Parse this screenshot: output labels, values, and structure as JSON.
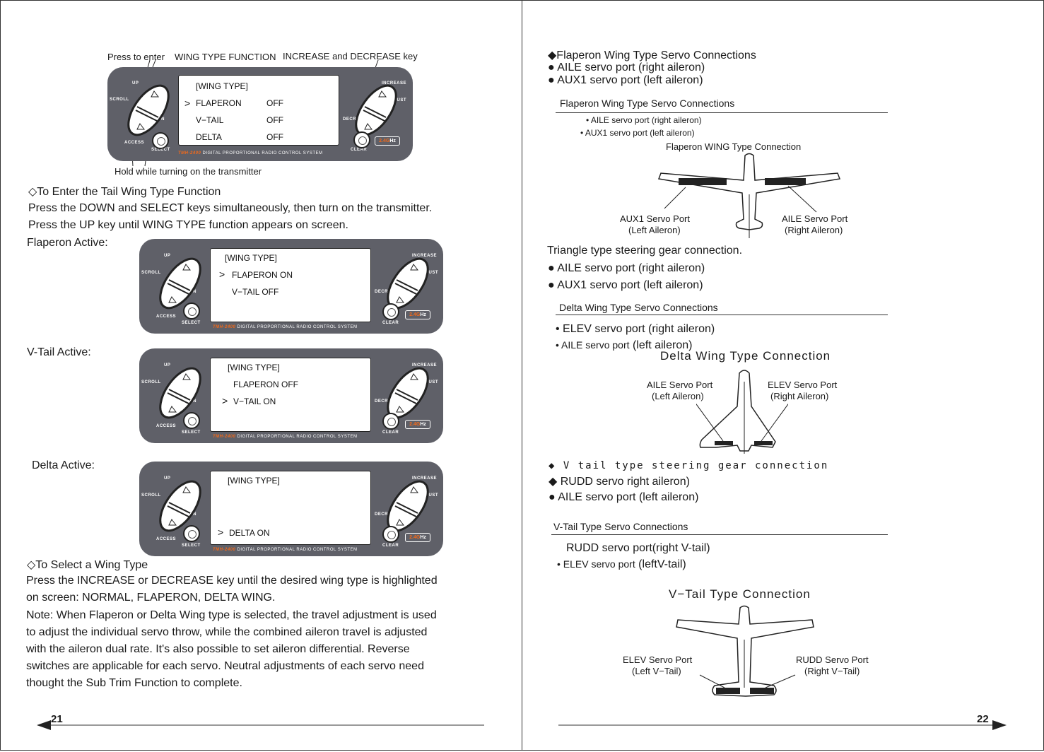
{
  "left": {
    "callout_press_enter": "Press to enter",
    "callout_wing_type_function": "WING TYPE FUNCTION",
    "callout_inc_dec": "INCREASE and DECREASE key",
    "callout_hold": "Hold while turning on the transmitter",
    "panel_labels": {
      "up": "UP",
      "down": "DOWN",
      "scroll": "SCROLL",
      "access": "ACCESS",
      "select": "SELECT",
      "increase": "INCREASE",
      "decrease": "DECREASE",
      "adjust": "ADJUST",
      "clear": "CLEAR",
      "brand_model": "TMH-2400",
      "brand_text": "DIGITAL PROPORTIONAL RADIO CONTROL SYSTEM",
      "freq": "2.4G",
      "freq_unit": "Hz"
    },
    "screen1": {
      "title": "WING  TYPE",
      "rows": [
        {
          "name": "FLAPERON",
          "value": "OFF"
        },
        {
          "name": "V−TAIL",
          "value": "OFF"
        },
        {
          "name": "DELTA",
          "value": "OFF"
        }
      ]
    },
    "section1_heading": "◇To Enter the Tail Wing Type Function",
    "section1_line1": "Press the DOWN and SELECT keys simultaneously, then turn on the transmitter.",
    "section1_line2": "Press the UP key until WING TYPE function appears on screen.",
    "label_flaperon_active": "Flaperon  Active:",
    "label_vtail_active": "V-Tail      Active:",
    "label_delta_active": "Delta    Active:",
    "screen_flaperon": {
      "title": "WING  TYPE",
      "row1": "FLAPERON   ON",
      "row2": "V−TAIL      OFF"
    },
    "screen_vtail": {
      "title": "WING  TYPE",
      "row1": "FLAPERON   OFF",
      "row2": "V−TAIL       ON"
    },
    "screen_delta": {
      "title": "WING  TYPE",
      "row1": "DELTA          ON"
    },
    "section2_heading": "◇To Select a Wing Type",
    "section2_lines": [
      "Press the INCREASE or DECREASE key until the desired wing type is highlighted",
      "on screen: NORMAL, FLAPERON, DELTA WING.",
      "Note: When Flaperon or Delta Wing type is selected, the travel adjustment is used",
      "to adjust the individual servo throw, while the combined aileron travel is adjusted",
      "with the aileron dual rate. It's also possible to set aileron differential. Reverse",
      "switches are applicable for each servo. Neutral adjustments of each servo need",
      "thought the Sub Trim Function to complete."
    ],
    "page_number": "21"
  },
  "right": {
    "flaperon_heading": "◆Flaperon Wing Type Servo Connections",
    "flaperon_b1": "● AILE servo port (right aileron)",
    "flaperon_b2": "● AUX1 servo port (left aileron)",
    "flaperon_sub": "Flaperon Wing Type Servo Connections",
    "flaperon_sub_b1": "• AILE servo port (right aileron)",
    "flaperon_sub_b2": "• AUX1 servo port (left aileron)",
    "flaperon_diagram_title": "Flaperon  WING  Type  Connection",
    "flaperon_left_port": "AUX1 Servo Port",
    "flaperon_left_sub": "(Left Aileron)",
    "flaperon_right_port": "AILE Servo Port",
    "flaperon_right_sub": "(Right Aileron)",
    "triangle_heading": "Triangle type steering gear connection.",
    "triangle_b1": "●  AILE servo port (right aileron)",
    "triangle_b2": "● AUX1 servo port (left aileron)",
    "delta_sub": "Delta Wing Type Servo Connections",
    "delta_b1": "•  ELEV servo port (right  aileron)",
    "delta_b2_a": "• AILE servo port",
    "delta_b2_b": " (left  aileron)",
    "delta_diagram_title": "Delta Wing Type Connection",
    "delta_left_port": "AILE Servo Port",
    "delta_left_sub": "(Left Aileron)",
    "delta_right_port": "ELEV Servo Port",
    "delta_right_sub": "(Right Aileron)",
    "vtail_heading": "◆  V tail type steering gear connection",
    "vtail_b1": "◆  RUDD servo right aileron)",
    "vtail_b2": "●   AILE servo port (left aileron)",
    "vtail_sub": "V-Tail Type Servo Connections",
    "vtail_sub_b1": "RUDD servo port(right V-tail)",
    "vtail_sub_b2_a": "• ELEV servo port",
    "vtail_sub_b2_b": " (leftV-tail)",
    "vtail_diagram_title": "V−Tail Type Connection",
    "vtail_left_port": "ELEV Servo Port",
    "vtail_left_sub": "(Left V−Tail)",
    "vtail_right_port": "RUDD Servo Port",
    "vtail_right_sub": "(Right V−Tail)",
    "page_number": "22"
  }
}
